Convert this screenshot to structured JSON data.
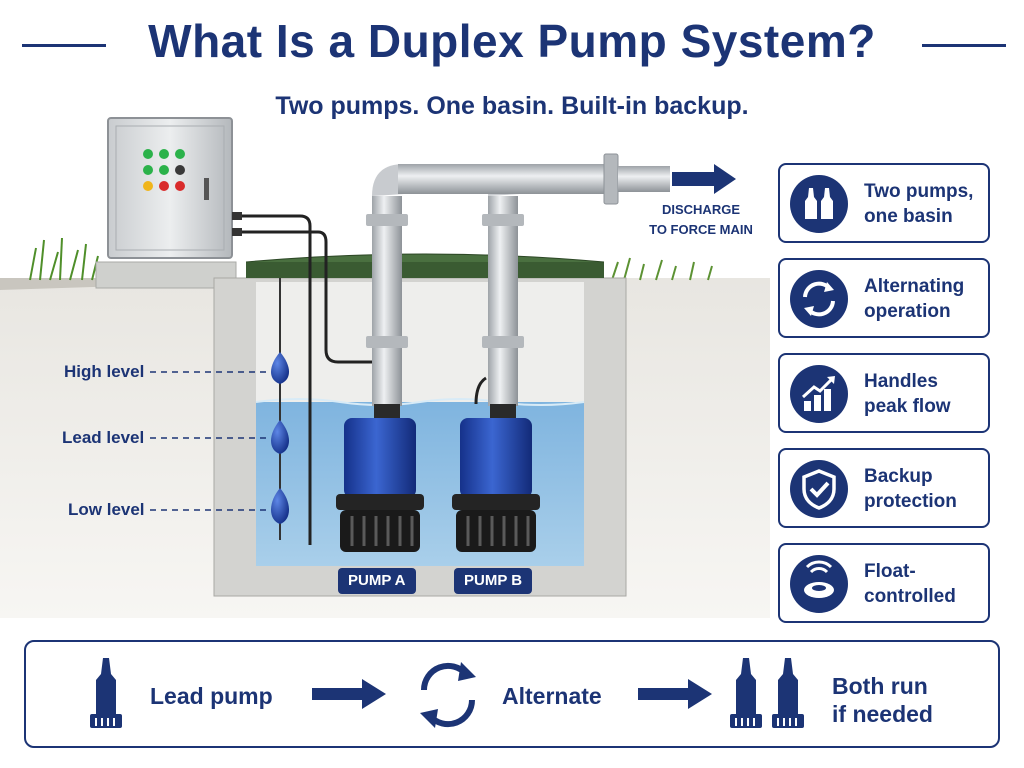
{
  "header": {
    "title": "What Is a Duplex Pump System?",
    "subtitle": "Two pumps. One basin. Built-in backup."
  },
  "diagram": {
    "discharge_line1": "DISCHARGE",
    "discharge_line2": "TO FORCE MAIN",
    "pump_a": "PUMP A",
    "pump_b": "PUMP B",
    "float_levels": [
      "High level",
      "Lead level",
      "Low level"
    ]
  },
  "features": [
    {
      "line1": "Two pumps,",
      "line2": "one basin",
      "icon": "two-pumps-icon"
    },
    {
      "line1": "Alternating",
      "line2": "operation",
      "icon": "alternating-arrows-icon"
    },
    {
      "line1": "Handles",
      "line2": "peak flow",
      "icon": "rising-bars-icon"
    },
    {
      "line1": "Backup",
      "line2": "protection",
      "icon": "shield-check-icon"
    },
    {
      "line1": "Float-",
      "line2": "controlled",
      "icon": "float-signal-icon"
    }
  ],
  "sequence": {
    "step1": "Lead pump",
    "step2": "Alternate",
    "step3_line1": "Both run",
    "step3_line2": "if needed"
  },
  "colors": {
    "navy": "#1c3475",
    "pump_blue": "#1f4bb5",
    "water": "#6ea8d6",
    "concrete": "#d3d3d0",
    "lid_green": "#3a5b32"
  }
}
